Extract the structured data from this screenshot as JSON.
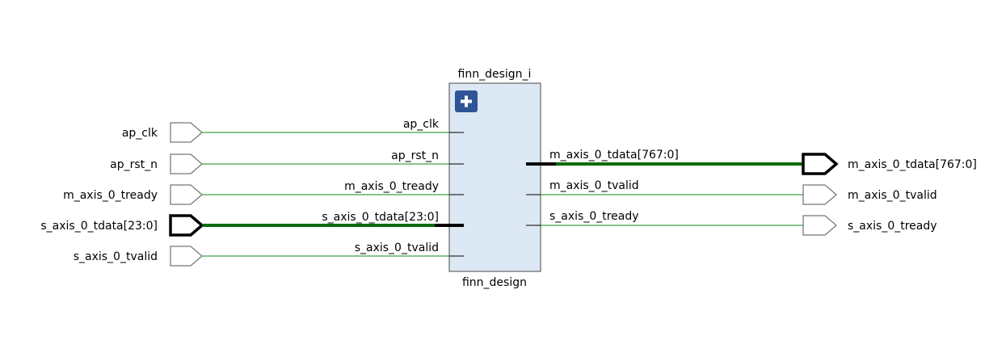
{
  "block": {
    "instance_name": "finn_design_i",
    "module_name": "finn_design",
    "expand_icon": "plus-icon",
    "fill_color": "#dde8f5",
    "icon_color": "#2f5597"
  },
  "wire_color": "#118811",
  "bus_color": "#0b6b0b",
  "inputs": [
    {
      "port": "ap_clk",
      "pin": "ap_clk",
      "bus": false
    },
    {
      "port": "ap_rst_n",
      "pin": "ap_rst_n",
      "bus": false
    },
    {
      "port": "m_axis_0_tready",
      "pin": "m_axis_0_tready",
      "bus": false
    },
    {
      "port": "s_axis_0_tdata[23:0]",
      "pin": "s_axis_0_tdata[23:0]",
      "bus": true
    },
    {
      "port": "s_axis_0_tvalid",
      "pin": "s_axis_0_tvalid",
      "bus": false
    }
  ],
  "outputs": [
    {
      "port": "m_axis_0_tdata[767:0]",
      "pin": "m_axis_0_tdata[767:0]",
      "bus": true
    },
    {
      "port": "m_axis_0_tvalid",
      "pin": "m_axis_0_tvalid",
      "bus": false
    },
    {
      "port": "s_axis_0_tready",
      "pin": "s_axis_0_tready",
      "bus": false
    }
  ]
}
